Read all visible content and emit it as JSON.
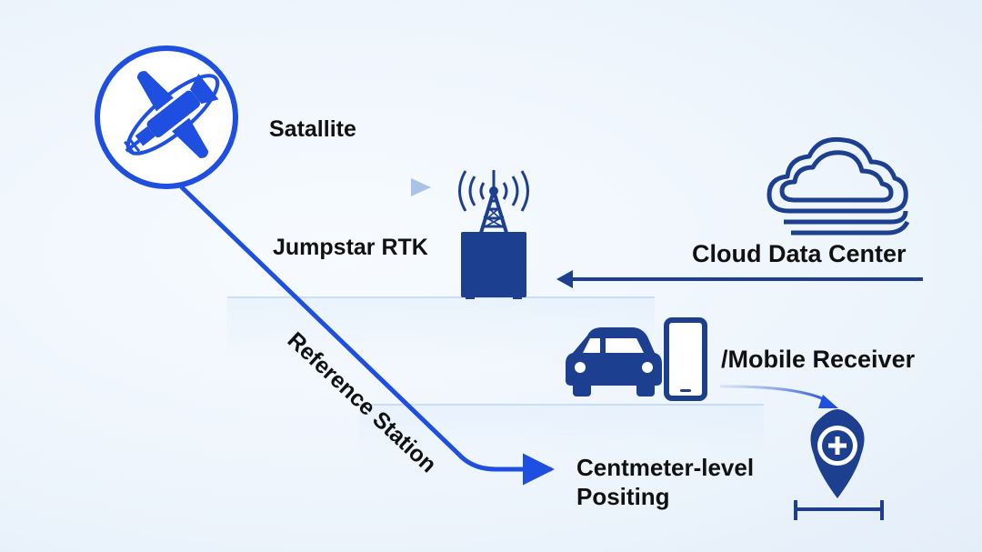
{
  "diagram": {
    "satellite_label": "Satallite",
    "rtk_label": "Jumpstar RTK",
    "reference_station_label": "Reference Station",
    "cloud_label": "Cloud Data Center",
    "mobile_receiver_label": "/Mobile Receiver",
    "positioning_label_line1": "Centmeter-level",
    "positioning_label_line2": "Positing"
  },
  "colors": {
    "primary_blue": "#1f4fe0",
    "navy": "#1c3f8f",
    "light_arrow": "#b9cde9",
    "text": "#111111"
  },
  "icons": [
    "satellite-icon",
    "antenna-tower-icon",
    "cloud-icon",
    "car-icon",
    "smartphone-icon",
    "location-pin-plus-icon",
    "ruler-baseline-icon"
  ]
}
